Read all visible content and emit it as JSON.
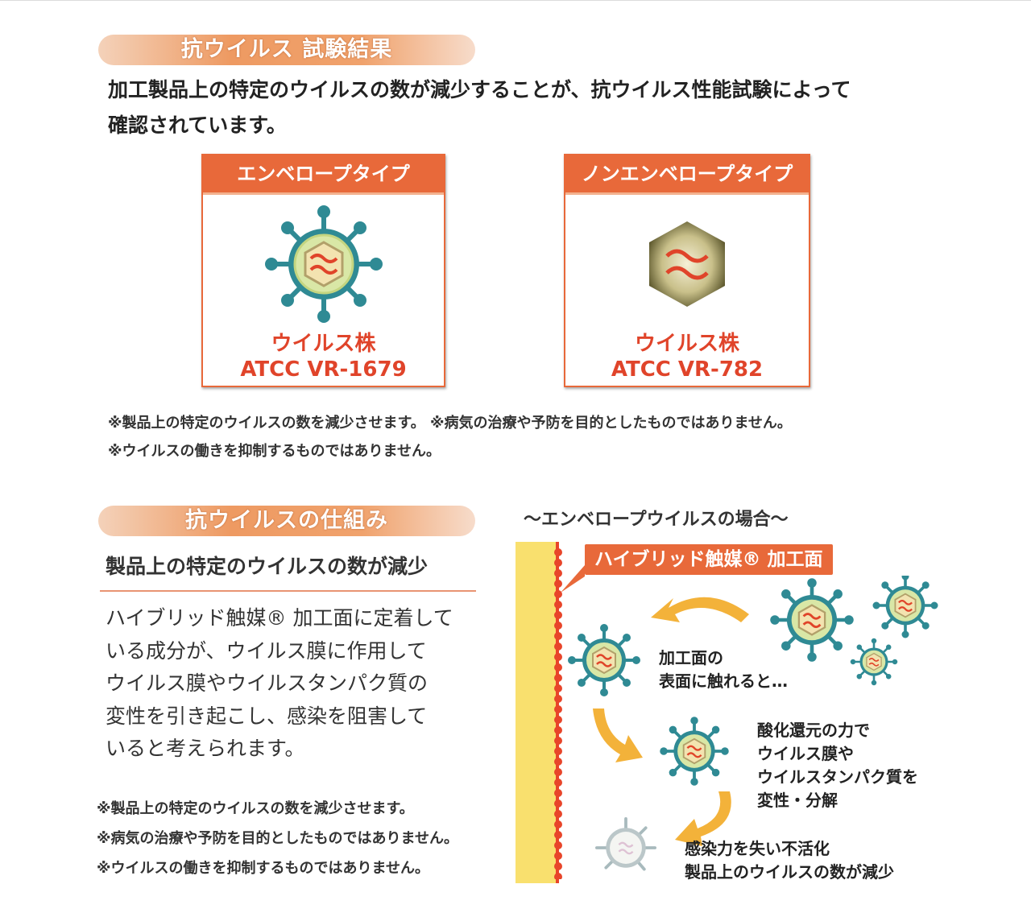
{
  "section1": {
    "heading": "抗ウイルス 試験結果",
    "intro_line1": "加工製品上の特定のウイルスの数が減少することが、抗ウイルス性能試験によって",
    "intro_line2": "確認されています。",
    "box1": {
      "header": "エンベロープタイプ",
      "strain": "ウイルス株",
      "code": "ATCC VR-1679",
      "icon": "enveloped-virus-icon"
    },
    "box2": {
      "header": "ノンエンベロープタイプ",
      "strain": "ウイルス株",
      "code": "ATCC VR-782",
      "icon": "non-enveloped-virus-icon"
    },
    "note_line1": "※製品上の特定のウイルスの数を減少させます。 ※病気の治療や予防を目的としたものではありません。",
    "note_line2": "※ウイルスの働きを抑制するものではありません。"
  },
  "section2": {
    "heading": "抗ウイルスの仕組み",
    "subtitle": "製品上の特定のウイルスの数が減少",
    "body_line1": "ハイブリッド触媒® 加工面に定着して",
    "body_line2": "いる成分が、ウイルス膜に作用して",
    "body_line3": "ウイルス膜やウイルスタンパク質の",
    "body_line4": "変性を引き起こし、感染を阻害して",
    "body_line5": "いると考えられます。",
    "note_line1": "※製品上の特定のウイルスの数を減少させます。",
    "note_line2": "※病気の治療や予防を目的としたものではありません。",
    "note_line3": "※ウイルスの働きを抑制するものではありません。"
  },
  "diagram": {
    "title": "～エンベロープウイルスの場合～",
    "catalyst_label": "ハイブリッド触媒® 加工面",
    "step1_line1": "加工面の",
    "step1_line2": "表面に触れると…",
    "step2_line1": "酸化還元の力で",
    "step2_line2": "ウイルス膜や",
    "step2_line3": "ウイルスタンパク質を",
    "step2_line4": "変性・分解",
    "step3_line1": "感染力を失い不活化",
    "step3_line2": "製品上のウイルスの数が減少"
  },
  "colors": {
    "accent": "#e8693a",
    "virus_teal": "#2f8a94",
    "virus_red": "#e0442a",
    "wall_yellow": "#f9e06e",
    "arrow_orange": "#f3b23a"
  }
}
